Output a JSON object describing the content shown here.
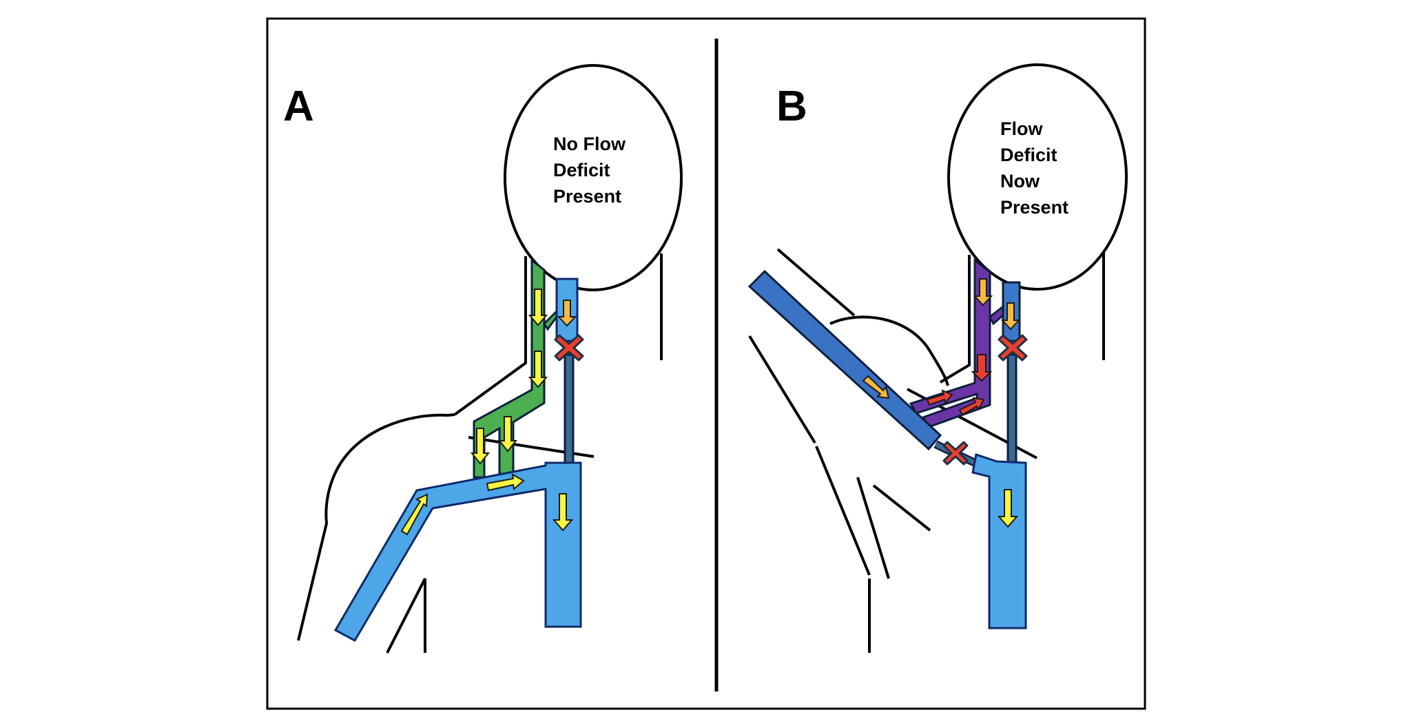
{
  "figure": {
    "panels": [
      {
        "id": "A",
        "label": "A",
        "ellipse_text": [
          "No Flow",
          "Deficit",
          "Present"
        ],
        "state": "arm down, no flow deficit"
      },
      {
        "id": "B",
        "label": "B",
        "ellipse_text": [
          "Flow",
          "Deficit",
          "Now",
          "Present"
        ],
        "state": "arm raised, flow deficit present"
      }
    ],
    "colors": {
      "light_blue_vessel": "#4da6e8",
      "raised_arm_vessel": "#3a72c4",
      "collateral_green": "#4caf50",
      "collateral_purple": "#6b35a8",
      "thin_vessel": "#3b6a94",
      "outline_navy": "#0d2a6b",
      "arrow_yellow": "#f7f742",
      "arrow_orange": "#f5b942",
      "arrow_red": "#e8402f",
      "occlusion_red": "#e8402f"
    }
  }
}
